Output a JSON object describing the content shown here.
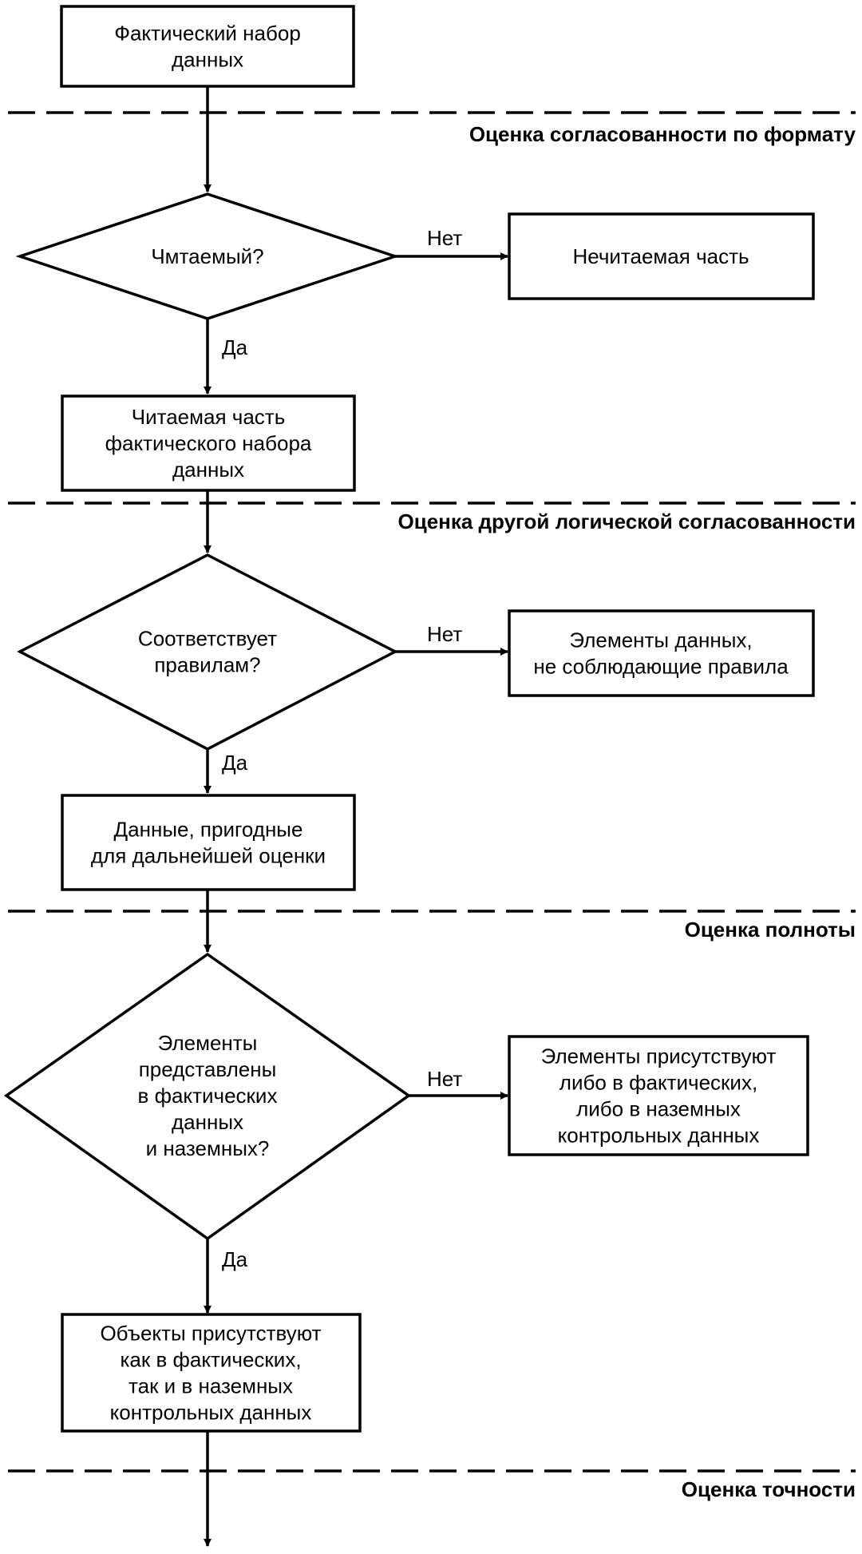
{
  "nodes": {
    "start": [
      "Фактический набор",
      "данных"
    ],
    "readable_q": [
      "Чмтаемый?"
    ],
    "unreadable": [
      "Нечитаемая часть"
    ],
    "readable_part": [
      "Читаемая часть",
      "фактического набора",
      "данных"
    ],
    "rules_q": [
      "Соответствует",
      "правилам?"
    ],
    "rules_fail": [
      "Элементы данных,",
      "не соблюдающие правила"
    ],
    "usable": [
      "Данные, пригодные",
      "для дальнейшей оценки"
    ],
    "presence_q": [
      "Элементы",
      "представлены",
      "в фактических",
      "данных",
      "и наземных?"
    ],
    "presence_fail": [
      "Элементы присутствуют",
      "либо в фактических,",
      "либо в наземных",
      "контрольных данных"
    ],
    "presence_ok": [
      "Объекты присутствуют",
      "как в фактических,",
      "так и в наземных",
      "контрольных данных"
    ]
  },
  "edge_labels": {
    "no": "Нет",
    "yes": "Да"
  },
  "sections": {
    "format": "Оценка согласованности по формату",
    "logical": "Оценка другой логической согласованности",
    "completeness": "Оценка полноты",
    "accuracy": "Оценка точности"
  }
}
